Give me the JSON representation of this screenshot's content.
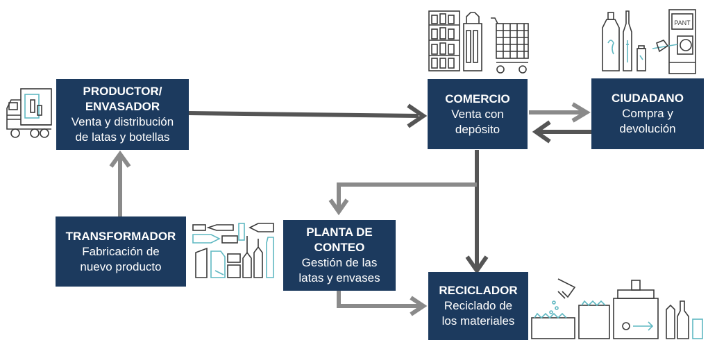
{
  "colors": {
    "box_fill": "#1c3a5e",
    "box_text": "#ffffff",
    "arrow_dark": "#555555",
    "arrow_light": "#8a8a8a",
    "icon_line": "#3a3a3a",
    "icon_accent": "#5fb8c2"
  },
  "nodes": {
    "productor": {
      "title_line1": "PRODUCTOR/",
      "title_line2": "ENVASADOR",
      "desc_line1": "Venta y distribución",
      "desc_line2": "de latas y botellas"
    },
    "comercio": {
      "title": "COMERCIO",
      "desc_line1": "Venta con",
      "desc_line2": "depósito"
    },
    "ciudadano": {
      "title": "CIUDADANO",
      "desc_line1": "Compra y",
      "desc_line2": "devolución"
    },
    "transformador": {
      "title": "TRANSFORMADOR",
      "desc_line1": "Fabricación de",
      "desc_line2": "nuevo producto"
    },
    "planta": {
      "title_line1": "PLANTA DE",
      "title_line2": "CONTEO",
      "desc_line1": "Gestión de las",
      "desc_line2": "latas y envases"
    },
    "reciclador": {
      "title": "RECICLADOR",
      "desc_line1": "Reciclado de",
      "desc_line2": "los materiales"
    }
  },
  "illustrations": {
    "truck": "delivery-truck-icon",
    "shelf": "store-shelf-icon",
    "cart": "shopping-cart-icon",
    "bottles": "bottles-and-cans-icon",
    "machine": "reverse-vending-machine-icon",
    "machine_label": "PANT",
    "containers": "sorted-containers-icon",
    "recycling": "recycling-plant-icon"
  }
}
